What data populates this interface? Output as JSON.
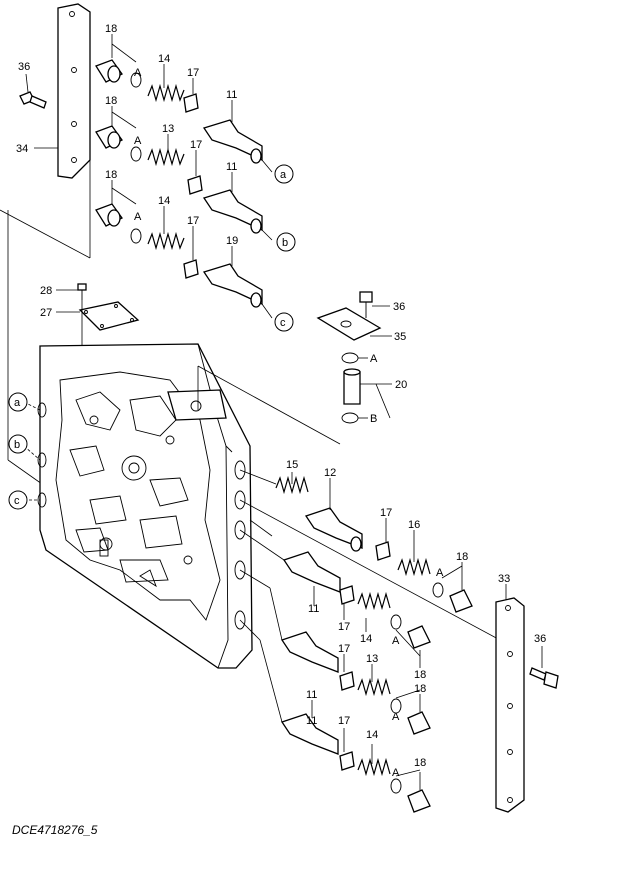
{
  "drawing_id": "DCE4718276_5",
  "labels": {
    "p11": "11",
    "p12": "12",
    "p13": "13",
    "p14": "14",
    "p15": "15",
    "p16": "16",
    "p17": "17",
    "p18": "18",
    "p19": "19",
    "p20": "20",
    "p27": "27",
    "p28": "28",
    "p33": "33",
    "p34": "34",
    "p35": "35",
    "p36": "36",
    "A": "A",
    "B": "B",
    "a": "a",
    "b": "b",
    "c": "c"
  }
}
